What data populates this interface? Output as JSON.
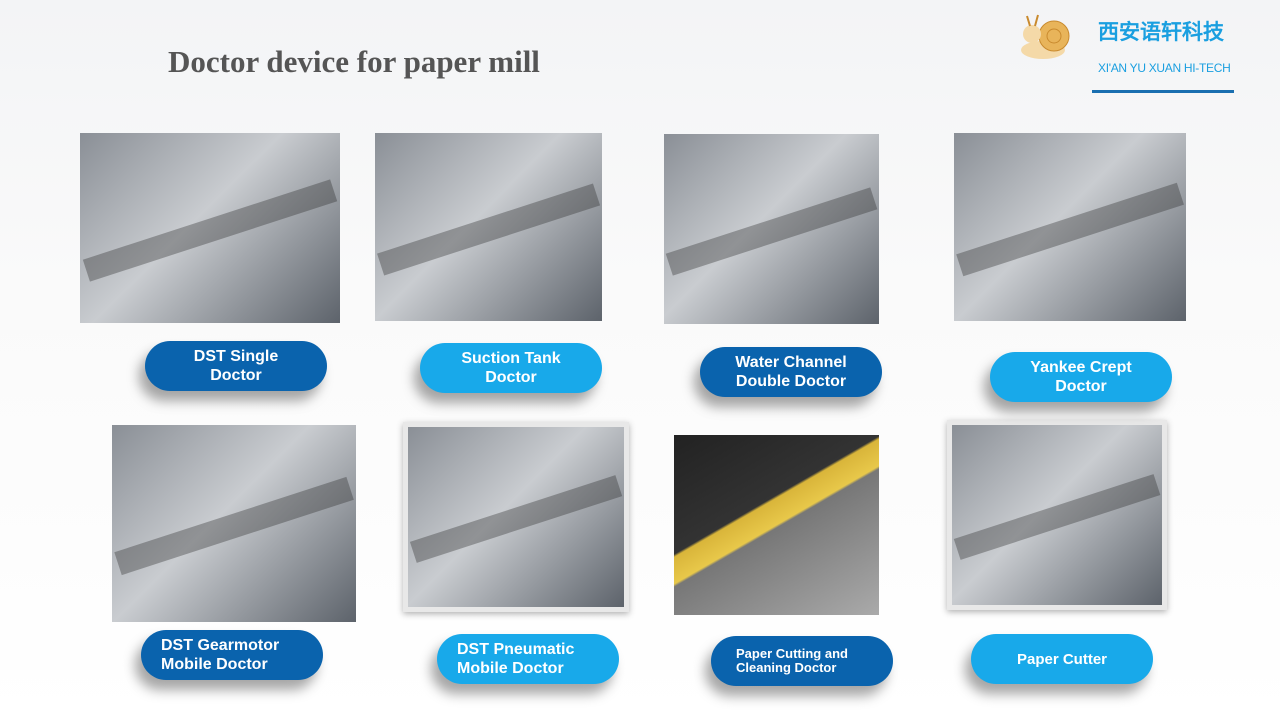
{
  "title": "Doctor device for paper mill",
  "logo": {
    "cn": "西安语轩科技",
    "en": "XI'AN YU XUAN HI-TECH"
  },
  "items": [
    {
      "label": "DST Single Doctor"
    },
    {
      "label": "Suction Tank Doctor"
    },
    {
      "label": "Water Channel Double Doctor"
    },
    {
      "label": "Yankee Crept Doctor"
    },
    {
      "label": "DST Gearmotor Mobile Doctor"
    },
    {
      "label": "DST Pneumatic Mobile Doctor"
    },
    {
      "label": "Paper Cutting and Cleaning Doctor"
    },
    {
      "label": "Paper Cutter"
    }
  ],
  "colors": {
    "dark": "#0a63ad",
    "light": "#18a9ea"
  }
}
